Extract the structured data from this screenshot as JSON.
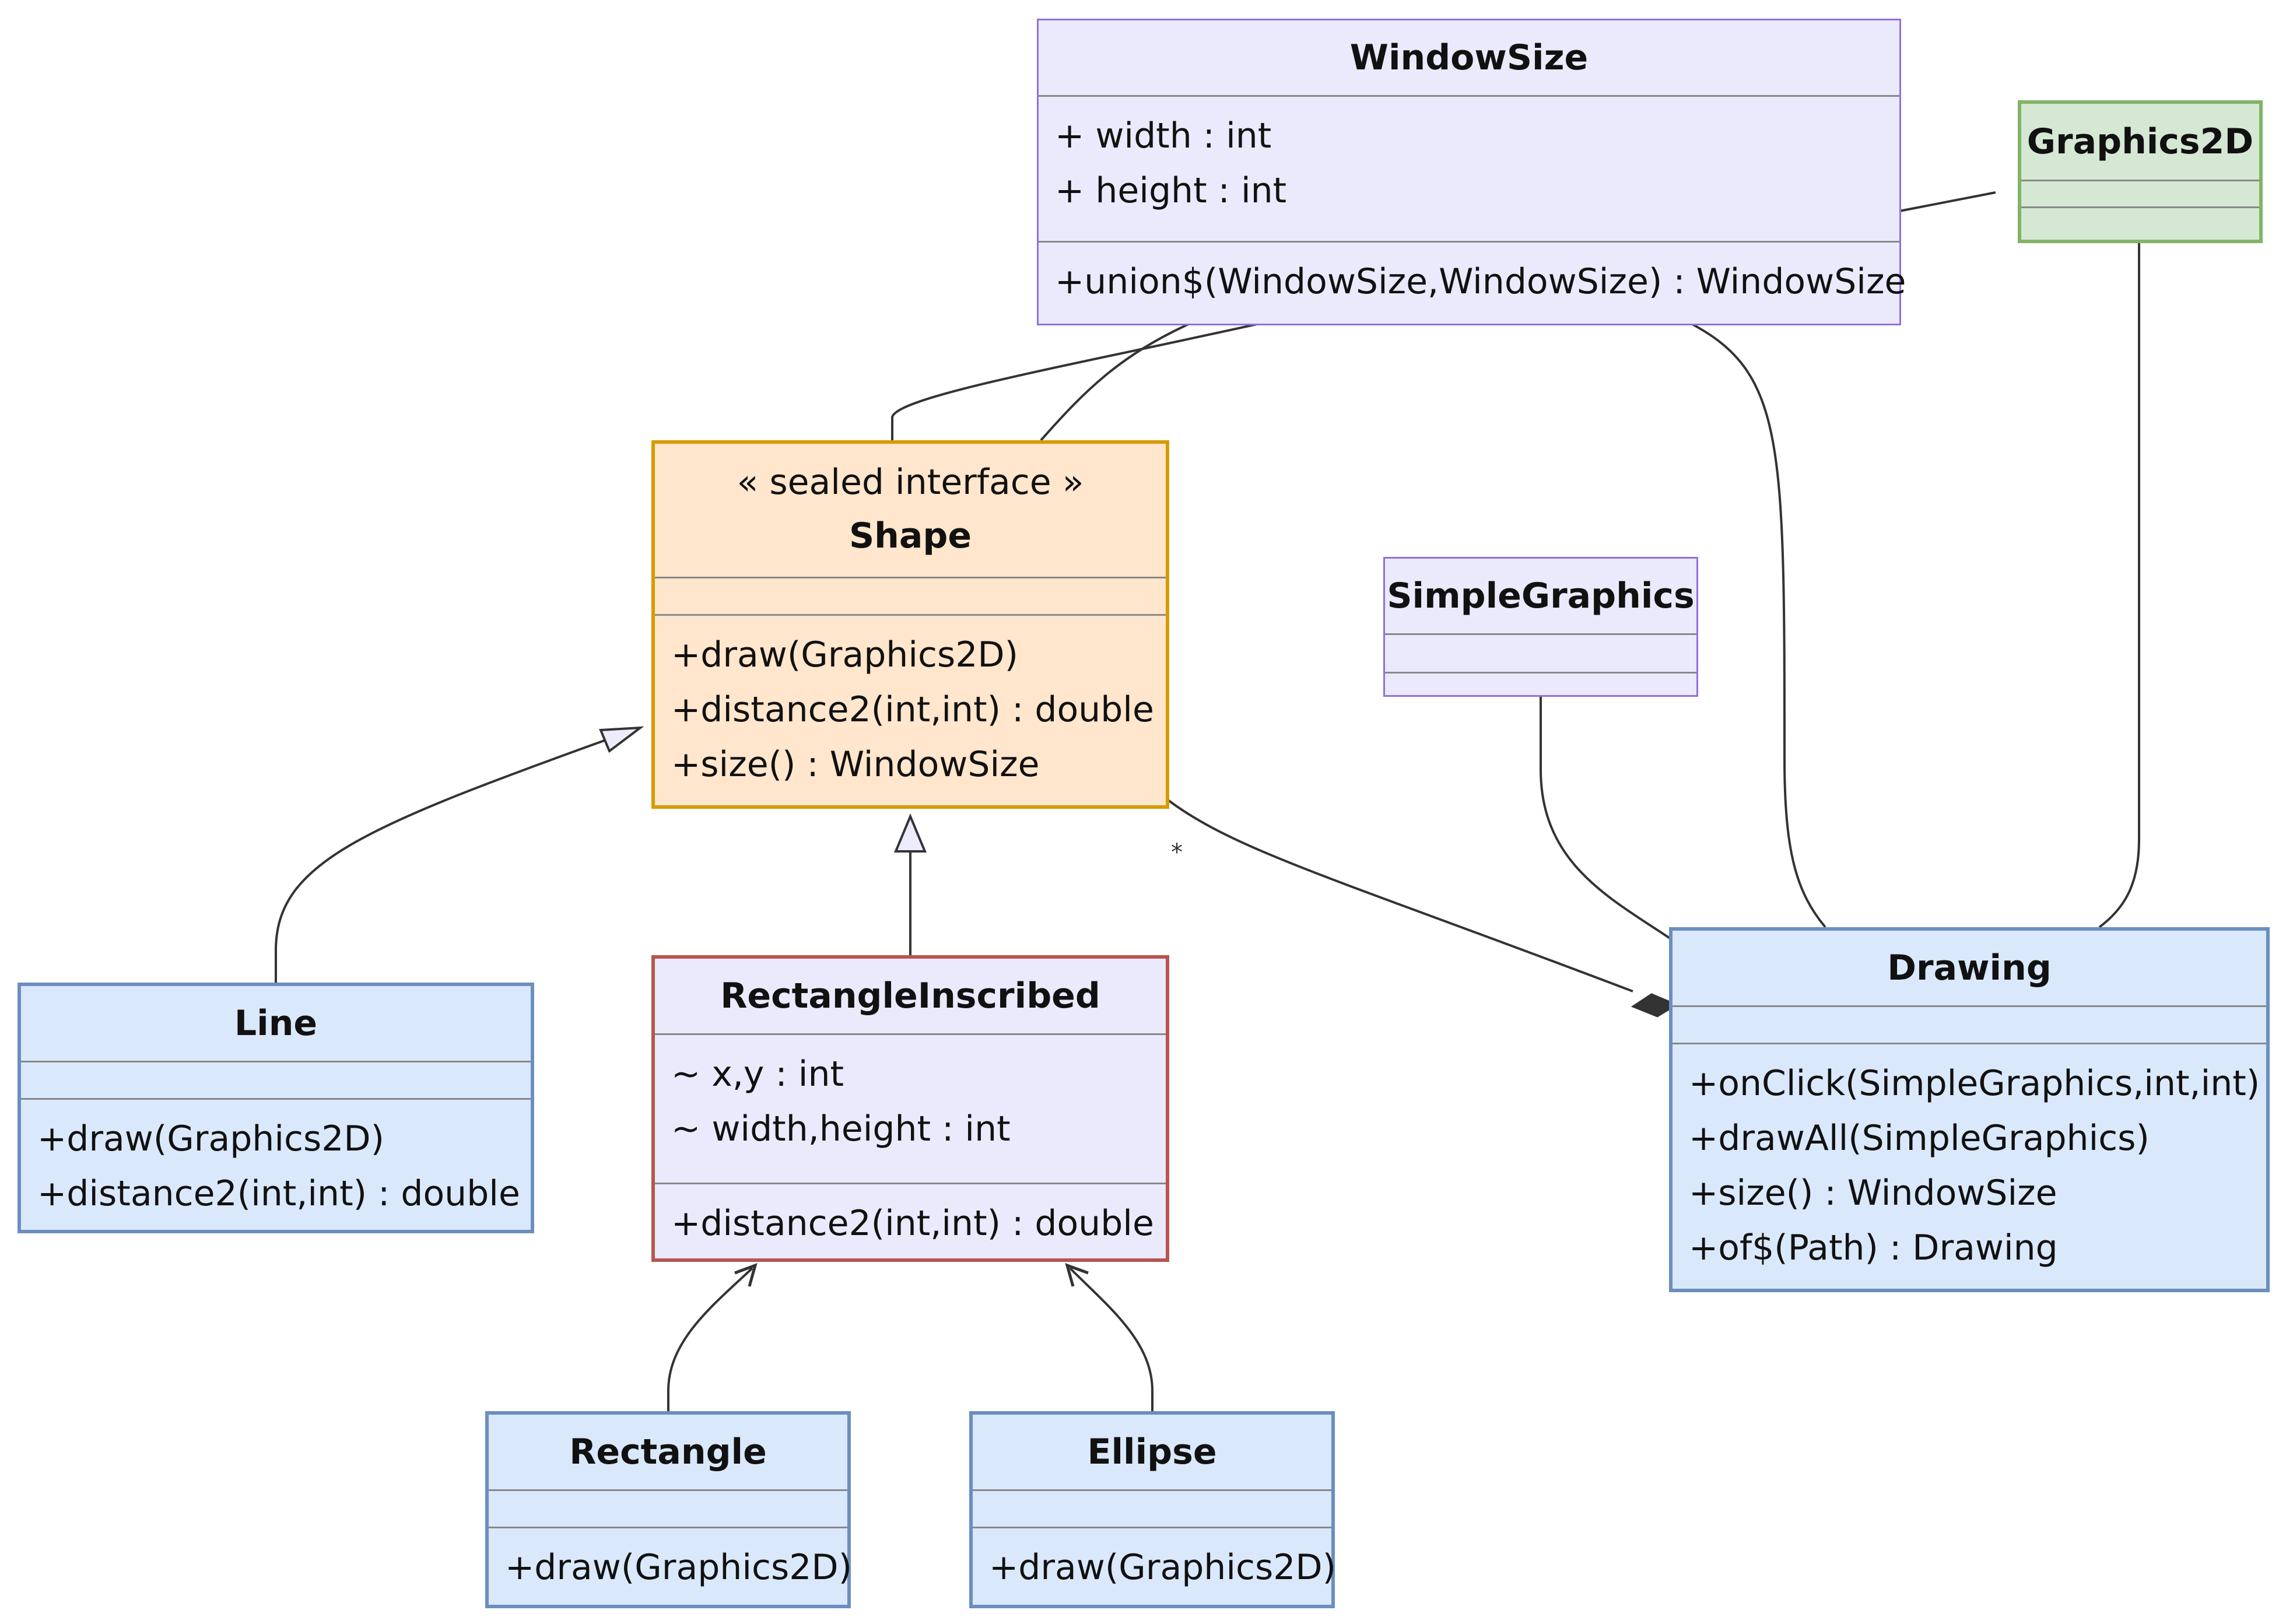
{
  "classes": {
    "windowsize": {
      "name": "WindowSize",
      "attributes": [
        "+ width : int",
        "+ height : int"
      ],
      "methods": [
        "+union$(WindowSize,WindowSize) : WindowSize"
      ]
    },
    "graphics2d": {
      "name": "Graphics2D"
    },
    "shape": {
      "stereotype": "« sealed interface »",
      "name": "Shape",
      "methods": [
        "+draw(Graphics2D)",
        "+distance2(int,int) : double",
        "+size() : WindowSize"
      ]
    },
    "simplegraphics": {
      "name": "SimpleGraphics"
    },
    "line": {
      "name": "Line",
      "methods": [
        "+draw(Graphics2D)",
        "+distance2(int,int) : double"
      ]
    },
    "rectangleinscribed": {
      "name": "RectangleInscribed",
      "attributes": [
        "~ x,y : int",
        "~ width,height : int"
      ],
      "methods": [
        "+distance2(int,int) : double"
      ]
    },
    "drawing": {
      "name": "Drawing",
      "methods": [
        "+onClick(SimpleGraphics,int,int)",
        "+drawAll(SimpleGraphics)",
        "+size() : WindowSize",
        "+of$(Path) : Drawing"
      ]
    },
    "rectangle": {
      "name": "Rectangle",
      "methods": [
        "+draw(Graphics2D)"
      ]
    },
    "ellipse": {
      "name": "Ellipse",
      "methods": [
        "+draw(Graphics2D)"
      ]
    }
  },
  "relations": {
    "shape_drawing_multiplicity": "*"
  }
}
